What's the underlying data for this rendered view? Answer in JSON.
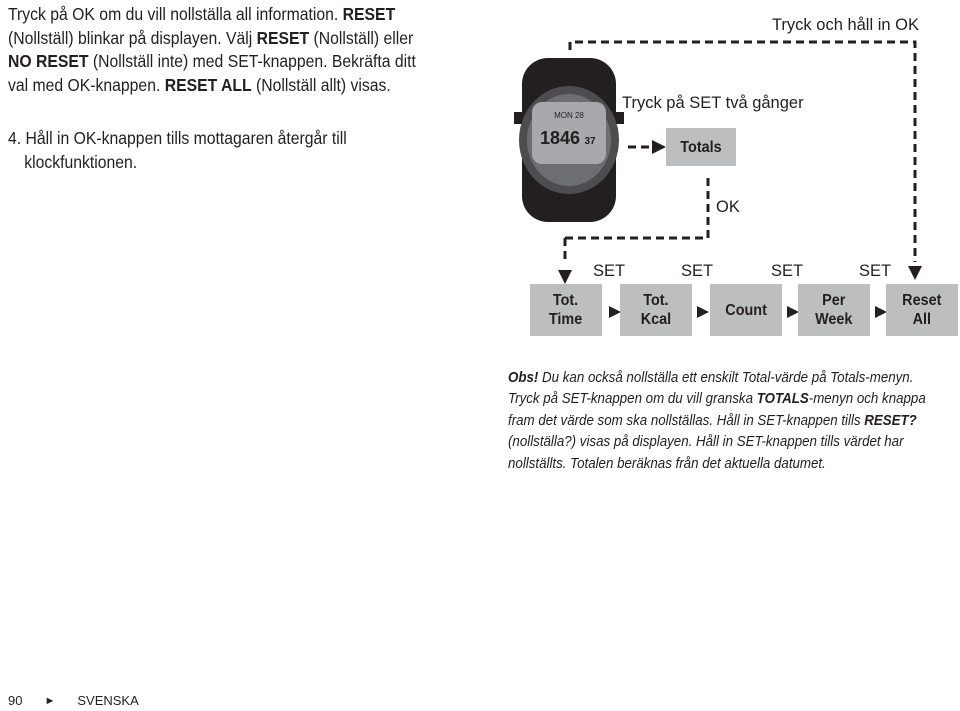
{
  "intro": {
    "l1a": "Tryck på OK om du vill nollställa all information. ",
    "l1b": "RESET",
    "l2a": "(Nollställ) blinkar på displayen. Välj ",
    "l2b": "RESET",
    "l2c": " (Nollställ) eller",
    "l3a": "NO RESET",
    "l3b": " (Nollställ inte) med SET-knappen. Bekräfta ditt",
    "l4a": "val med OK-knappen. ",
    "l4b": "RESET ALL",
    "l4c": " (Nollställ allt) visas."
  },
  "step4": {
    "l1": "4. Håll in OK-knappen tills mottagaren återgår till",
    "l2": "klockfunktionen."
  },
  "diagram": {
    "hold_ok": "Tryck och håll in OK",
    "press_set_twice": "Tryck på SET två gånger",
    "totals": "Totals",
    "ok": "OK",
    "set_labels": [
      "SET",
      "SET",
      "SET",
      "SET"
    ],
    "boxes": [
      "Tot.\nTime",
      "Tot.\nKcal",
      "Count",
      "Per\nWeek",
      "Reset\nAll"
    ],
    "watch_display": {
      "top": "MON 28",
      "main": "1846",
      "sub": "37"
    }
  },
  "note": {
    "l1a": "Obs!",
    "l1b": " Du kan också nollställa ett enskilt Total-värde på Totals-menyn.",
    "l2a": "Tryck på SET-knappen om du vill granska ",
    "l2b": "TOTALS",
    "l2c": "-menyn och knappa",
    "l3a": "fram det värde som ska nollställas. Håll in SET-knappen tills ",
    "l3b": "RESET?",
    "l4": "(nollställa?) visas på displayen. Håll in SET-knappen tills värdet har",
    "l5": "nollställts. Totalen beräknas från det aktuella datumet."
  },
  "footer": {
    "page_number": "90",
    "arrow": "►",
    "section": "SVENSKA"
  },
  "colors": {
    "text": "#231f20",
    "box": "#bcbec0",
    "watch_body": "#4d4d4f",
    "watch_display": "#a7a9ac"
  }
}
